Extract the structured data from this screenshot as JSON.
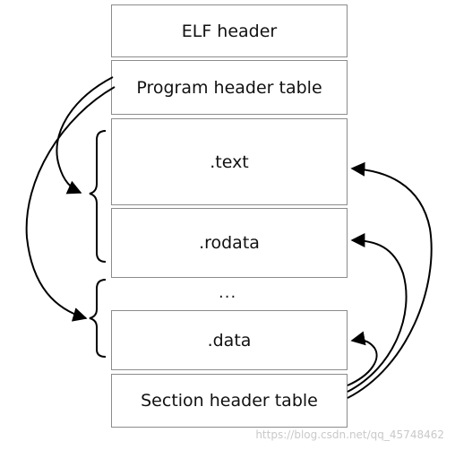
{
  "sections": [
    {
      "id": "elf-header",
      "label": "ELF header"
    },
    {
      "id": "program-header-table",
      "label": "Program header table"
    },
    {
      "id": "text",
      "label": ".text"
    },
    {
      "id": "rodata",
      "label": ".rodata"
    },
    {
      "id": "ellipsis",
      "label": "..."
    },
    {
      "id": "data",
      "label": ".data"
    },
    {
      "id": "section-header-table",
      "label": "Section header table"
    }
  ],
  "watermark": "https://blog.csdn.net/qq_45748462",
  "colors": {
    "border": "#8c8c8c",
    "text": "#111111",
    "arrow": "#000000"
  }
}
